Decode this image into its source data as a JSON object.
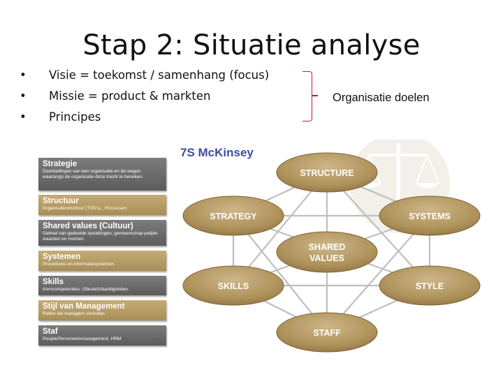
{
  "slide": {
    "title": "Stap 2: Situatie analyse",
    "bullets": [
      "Visie = toekomst /  samenhang (focus)",
      "Missie = product & markten",
      "Principes"
    ],
    "bracket_label": "Organisatie doelen"
  },
  "legend": [
    {
      "heading": "Strategie",
      "desc": "Doelstellingen van een organisatie en de wegen waarlangs de organisatie deze tracht te bereiken.",
      "style": "dark"
    },
    {
      "heading": "Structuur",
      "desc": "Organisatiestructuur (TVD's) , Processen",
      "style": "tan"
    },
    {
      "heading": "Shared values (Cultuur)",
      "desc": "Geheel van gedeelde opvattingen, gemeenschap-pelijke waarden en normen.",
      "style": "dark"
    },
    {
      "heading": "Systemen",
      "desc": "Procedures en informatiesystemen.",
      "style": "tan"
    },
    {
      "heading": "Skills",
      "desc": "Kerncompetenties: (Sleutel)Vaardigheden.",
      "style": "dark"
    },
    {
      "heading": "Stijl van Management",
      "desc": "Rollen die managers vervullen.",
      "style": "tan"
    },
    {
      "heading": "Staf",
      "desc": "People/Personeelsmanagement, HRM",
      "style": "dark"
    }
  ],
  "model": {
    "title": "7S McKinsey",
    "nodes": {
      "structure": "STRUCTURE",
      "strategy": "STRATEGY",
      "systems": "SYSTEMS",
      "shared1": "SHARED",
      "shared2": "VALUES",
      "skills": "SKILLS",
      "style": "STYLE",
      "staff": "STAFF"
    }
  },
  "colors": {
    "ellipse": "#b59a63",
    "dark_box": "#6e6e6e",
    "tan_box": "#b59a63",
    "model_title": "#3d4fa0",
    "bracket": "#b22222"
  }
}
